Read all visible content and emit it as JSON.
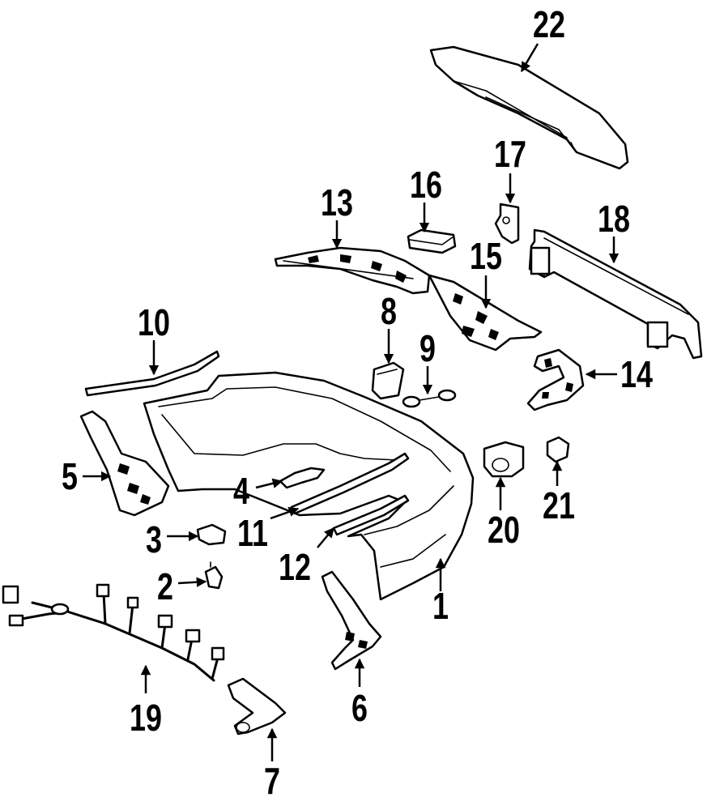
{
  "diagram": {
    "callouts": [
      {
        "id": "p1",
        "label": "1"
      },
      {
        "id": "p2",
        "label": "2"
      },
      {
        "id": "p3",
        "label": "3"
      },
      {
        "id": "p4",
        "label": "4"
      },
      {
        "id": "p5",
        "label": "5"
      },
      {
        "id": "p6",
        "label": "6"
      },
      {
        "id": "p7",
        "label": "7"
      },
      {
        "id": "p8",
        "label": "8"
      },
      {
        "id": "p9",
        "label": "9"
      },
      {
        "id": "p10",
        "label": "10"
      },
      {
        "id": "p11",
        "label": "11"
      },
      {
        "id": "p12",
        "label": "12"
      },
      {
        "id": "p13",
        "label": "13"
      },
      {
        "id": "p14",
        "label": "14"
      },
      {
        "id": "p15",
        "label": "15"
      },
      {
        "id": "p16",
        "label": "16"
      },
      {
        "id": "p17",
        "label": "17"
      },
      {
        "id": "p18",
        "label": "18"
      },
      {
        "id": "p19",
        "label": "19"
      },
      {
        "id": "p20",
        "label": "20"
      },
      {
        "id": "p21",
        "label": "21"
      },
      {
        "id": "p22",
        "label": "22"
      }
    ]
  }
}
